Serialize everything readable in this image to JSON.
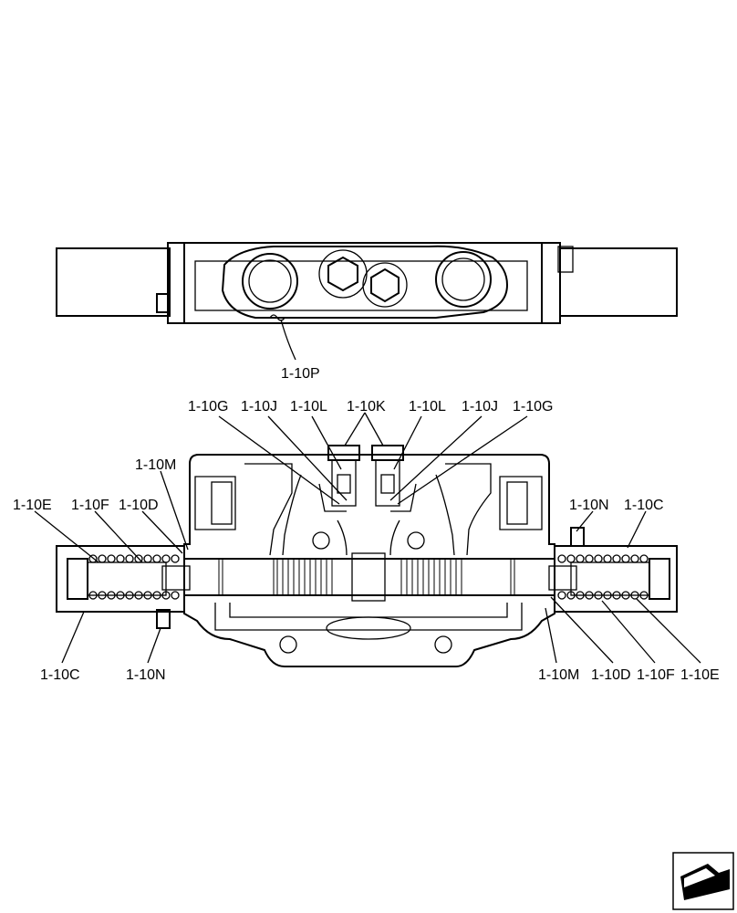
{
  "diagram": {
    "top_view_label": "1-10P",
    "labels": {
      "g_left": "1-10G",
      "j_left": "1-10J",
      "l_left": "1-10L",
      "k": "1-10K",
      "l_right": "1-10L",
      "j_right": "1-10J",
      "g_right": "1-10G",
      "m_left": "1-10M",
      "e_left": "1-10E",
      "f_left": "1-10F",
      "d_left": "1-10D",
      "n_right_top": "1-10N",
      "c_right_top": "1-10C",
      "c_left_bottom": "1-10C",
      "n_left_bottom": "1-10N",
      "m_right": "1-10M",
      "d_right": "1-10D",
      "f_right": "1-10F",
      "e_right": "1-10E"
    }
  },
  "nav": {
    "icon": "page-arrow-icon"
  }
}
